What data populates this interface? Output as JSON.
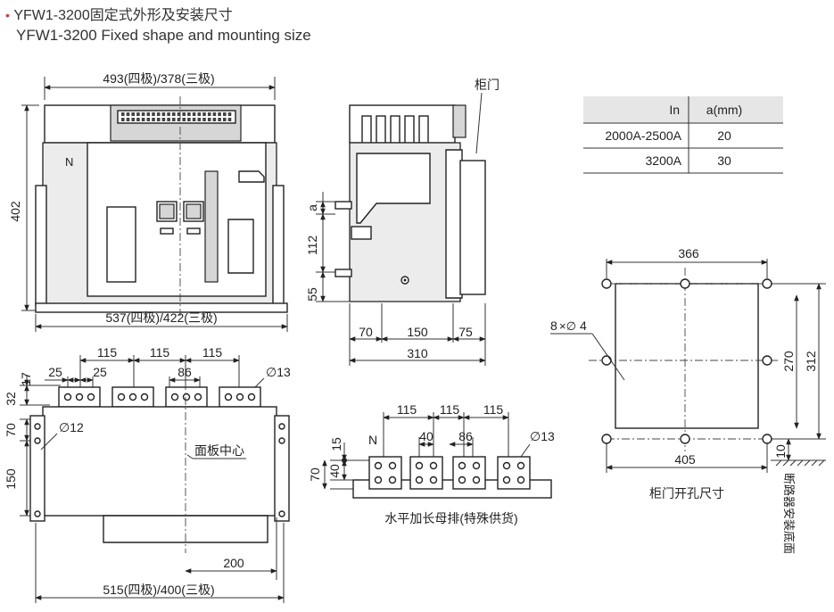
{
  "header": {
    "bullet": "•",
    "title_cn": "YFW1-3200固定式外形及安装尺寸",
    "title_en": "YFW1-3200 Fixed shape and mounting size"
  },
  "front_view": {
    "dim_top": "493(四极)/378(三极)",
    "dim_height": "402",
    "dim_bottom": "537(四极)/422(三极)",
    "pole_label": "N"
  },
  "side_view": {
    "door_label": "柜门",
    "dim_a": "a",
    "dim_112": "112",
    "dim_55": "55",
    "dim_70": "70",
    "dim_150": "150",
    "dim_75": "75",
    "dim_310": "310"
  },
  "table": {
    "headers": [
      "In",
      "a(mm)"
    ],
    "rows": [
      [
        "2000A-2500A",
        "20"
      ],
      [
        "3200A",
        "30"
      ]
    ]
  },
  "cutout_view": {
    "dim_366": "366",
    "dim_270": "270",
    "dim_312": "312",
    "dim_405": "405",
    "dim_10": "10",
    "holes_label": "8",
    "diameter_symbol": "×∅",
    "hole_size": "4",
    "caption": "柜门开孔尺寸",
    "mount_surface": "断路器安装底面"
  },
  "top_view": {
    "dim_115_a": "115",
    "dim_115_b": "115",
    "dim_115_c": "115",
    "dim_25_a": "25",
    "dim_25_b": "25",
    "dim_86": "86",
    "dim_13": "∅13",
    "dim_17": "17",
    "dim_32": "32",
    "dim_70": "70",
    "dim_150": "150",
    "dim_12": "∅12",
    "center_label": "面板中心",
    "dim_200": "200",
    "dim_bottom": "515(四极)/400(三极)"
  },
  "busbar_view": {
    "dim_115_a": "115",
    "dim_115_b": "115",
    "dim_115_c": "115",
    "dim_40_top": "40",
    "dim_86": "86",
    "dim_13": "∅13",
    "dim_15": "15",
    "dim_70": "70",
    "dim_40_side": "40",
    "pole_label": "N",
    "caption": "水平加长母排(特殊供货)"
  }
}
